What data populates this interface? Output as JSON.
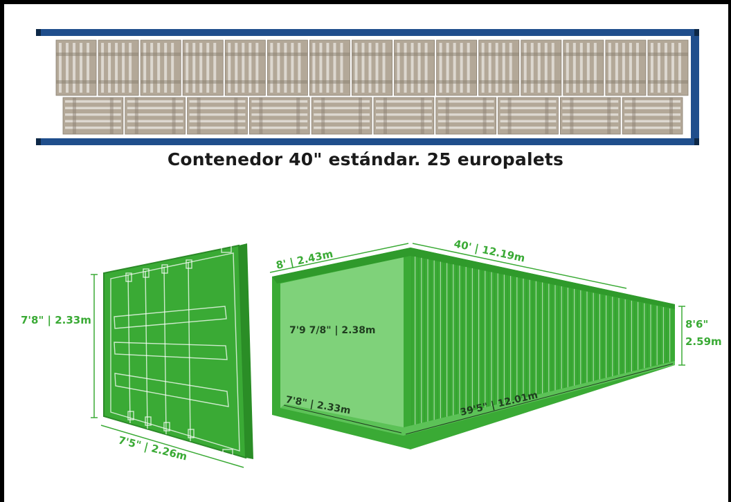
{
  "caption": "Contenedor 40\" estándar. 25 europalets",
  "pallet_layout": {
    "row1_count": 15,
    "row2_count": 10,
    "wall_color": "#1f4e8c",
    "pallet_color": "#b3a898"
  },
  "door_view": {
    "height_label": "7'8\" | 2.33m",
    "width_label": "7'5\" | 2.26m",
    "color": "#3aaa35"
  },
  "container_view": {
    "width_label": "8' | 2.43m",
    "length_label": "40' | 12.19m",
    "height_label_line1": "8'6\"",
    "height_label_line2": "2.59m",
    "inner_height_label": "7'9 7/8\" | 2.38m",
    "inner_width_label": "7'8\" | 2.33m",
    "inner_length_label": "39'5\" | 12.01m",
    "color": "#3aaa35"
  }
}
